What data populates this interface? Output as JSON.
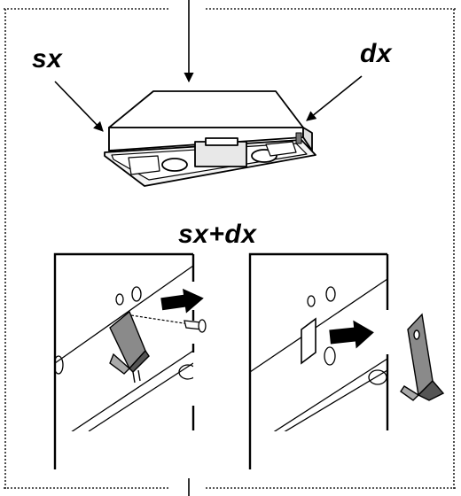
{
  "labels": {
    "left": "sx",
    "right": "dx",
    "both": "sx+dx"
  },
  "colors": {
    "ink": "#000000",
    "frame": "#222222",
    "clip_fill": "#8a8a8a",
    "clip_dark": "#555555",
    "panel_fill": "#f2f2f2",
    "body_fill": "#ffffff"
  }
}
